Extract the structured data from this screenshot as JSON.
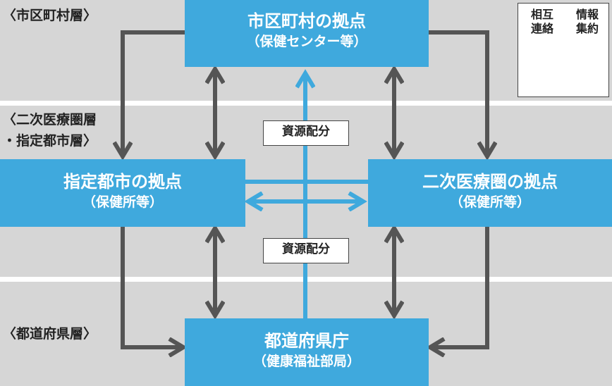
{
  "layers": {
    "municipal": "〈市区町村層〉",
    "secondary_line1": "〈二次医療圏層",
    "secondary_line2": "・指定都市層〉",
    "prefecture": "〈都道府県層〉"
  },
  "nodes": {
    "municipal": {
      "title": "市区町村の拠点",
      "subtitle": "（保健センター等）"
    },
    "designated_city": {
      "title": "指定都市の拠点",
      "subtitle": "（保健所等）"
    },
    "secondary_area": {
      "title": "二次医療圏の拠点",
      "subtitle": "（保健所等）"
    },
    "prefecture": {
      "title": "都道府県庁",
      "subtitle": "（健康福祉部局）"
    }
  },
  "resource_labels": {
    "upper": "資源配分",
    "lower": "資源配分"
  },
  "legend": {
    "mutual_line1": "相互",
    "mutual_line2": "連絡",
    "info_line1": "情報",
    "info_line2": "集約"
  },
  "colors": {
    "node": "#3fa9dd",
    "band": "#d6d6d6",
    "arrow_dark": "#555555",
    "arrow_blue": "#3fa9dd"
  }
}
